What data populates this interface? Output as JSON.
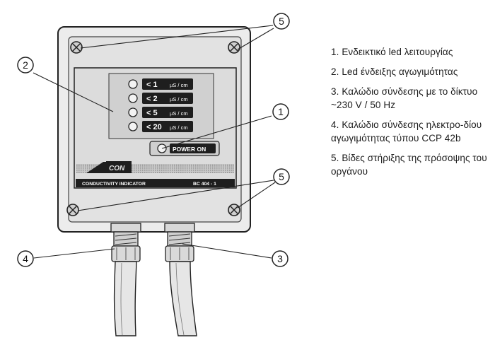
{
  "figure": {
    "range_labels": [
      {
        "threshold": "< 1",
        "unit": "µS / cm"
      },
      {
        "threshold": "< 2",
        "unit": "µS / cm"
      },
      {
        "threshold": "< 5",
        "unit": "µS / cm"
      },
      {
        "threshold": "< 20",
        "unit": "µS / cm"
      }
    ],
    "power_label": "POWER ON",
    "brand_logo": "CON",
    "device_name": "CONDUCTIVITY INDICATOR",
    "model_code": "BC 404 - 1",
    "callouts": [
      "5",
      "2",
      "1",
      "5",
      "4",
      "3"
    ]
  },
  "legend": [
    {
      "num": "1.",
      "text": "Ενδεικτικό led λειτουργίας"
    },
    {
      "num": "2.",
      "text": "Led ένδειξης αγωγιμότητας"
    },
    {
      "num": "3.",
      "text": "Καλώδιο σύνδεσης με το δίκτυο ~230 V / 50 Hz"
    },
    {
      "num": "4.",
      "text": "Καλώδιο σύνδεσης ηλεκτρο-δίου αγωγιμότητας τύπου CCP 42b"
    },
    {
      "num": "5.",
      "text": "Βίδες στήριξης της πρόσοψης του οργάνου"
    }
  ]
}
